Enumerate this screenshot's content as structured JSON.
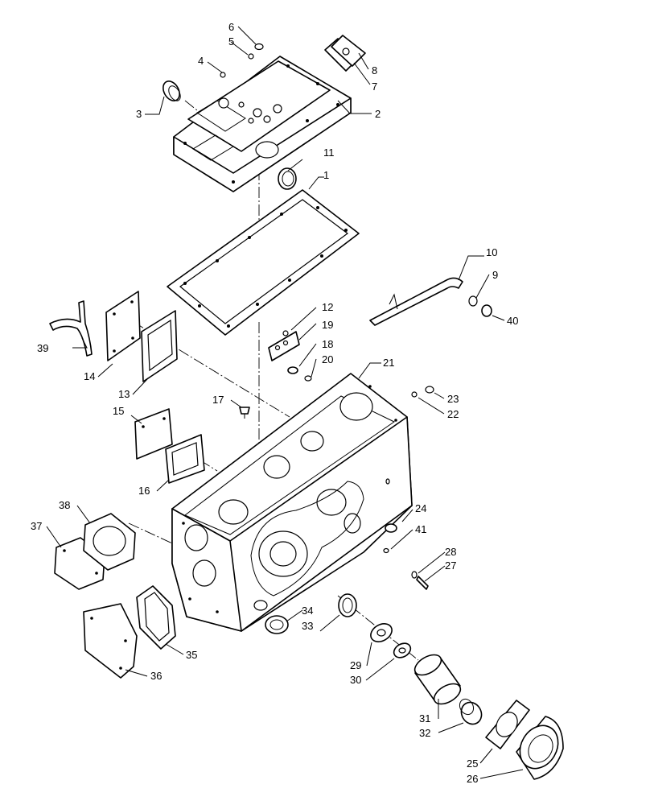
{
  "diagram": {
    "type": "exploded-parts-view",
    "callouts": [
      "1",
      "2",
      "3",
      "4",
      "5",
      "6",
      "7",
      "8",
      "9",
      "10",
      "11",
      "12",
      "13",
      "14",
      "15",
      "16",
      "17",
      "18",
      "19",
      "20",
      "21",
      "22",
      "23",
      "24",
      "25",
      "26",
      "27",
      "28",
      "29",
      "30",
      "31",
      "32",
      "33",
      "34",
      "35",
      "36",
      "37",
      "38",
      "39",
      "40",
      "41"
    ]
  }
}
